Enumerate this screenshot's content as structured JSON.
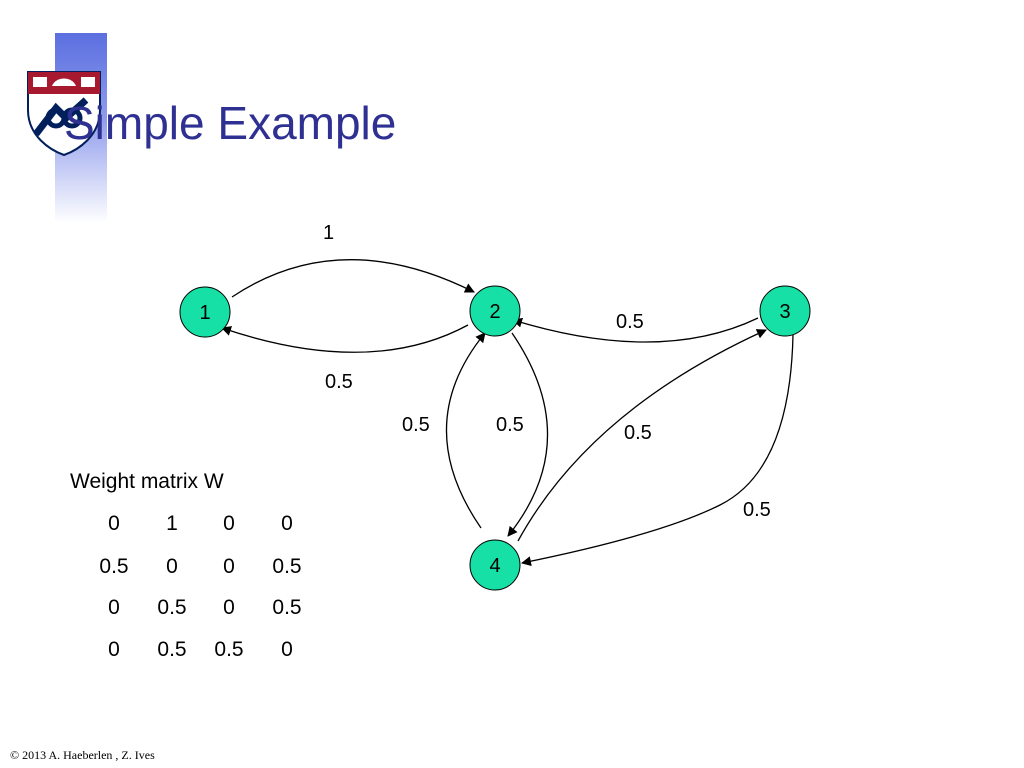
{
  "slide": {
    "title": "Simple Example",
    "footer": "© 2013 A. Haeberlen , Z. Ives"
  },
  "graph": {
    "nodes": [
      {
        "id": "1",
        "label": "1"
      },
      {
        "id": "2",
        "label": "2"
      },
      {
        "id": "3",
        "label": "3"
      },
      {
        "id": "4",
        "label": "4"
      }
    ],
    "edges": [
      {
        "from": "1",
        "to": "2",
        "weight": "1"
      },
      {
        "from": "2",
        "to": "1",
        "weight": "0.5"
      },
      {
        "from": "3",
        "to": "2",
        "weight": "0.5"
      },
      {
        "from": "4",
        "to": "2",
        "weight": "0.5"
      },
      {
        "from": "2",
        "to": "4",
        "weight": "0.5"
      },
      {
        "from": "4",
        "to": "3",
        "weight": "0.5"
      },
      {
        "from": "3",
        "to": "4",
        "weight": "0.5"
      }
    ],
    "node_color": "#16e0a5"
  },
  "matrix": {
    "title": "Weight matrix W",
    "rows": [
      [
        "0",
        "1",
        "0",
        "0"
      ],
      [
        "0.5",
        "0",
        "0",
        "0.5"
      ],
      [
        "0",
        "0.5",
        "0",
        "0.5"
      ],
      [
        "0",
        "0.5",
        "0.5",
        "0"
      ]
    ]
  },
  "colors": {
    "title": "#2e3192",
    "accent": "#5b6fe0",
    "logo_red": "#a6192e",
    "logo_blue": "#011f5b"
  }
}
